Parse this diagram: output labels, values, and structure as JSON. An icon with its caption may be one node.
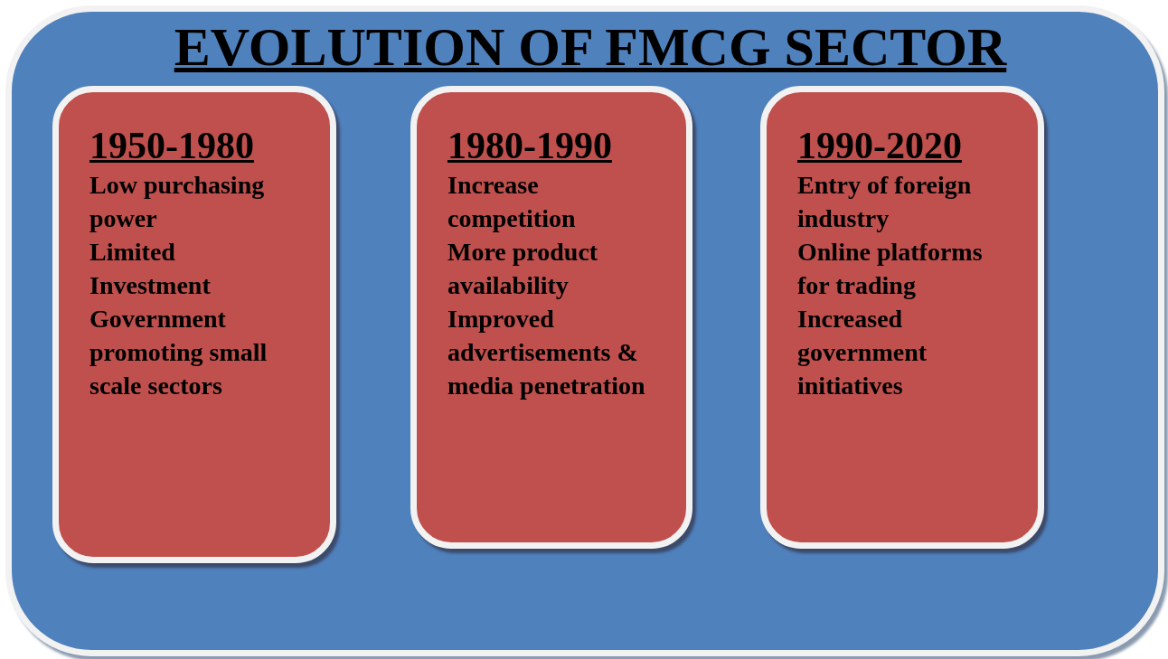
{
  "diagram": {
    "nodes": [
      {
        "text": [
          "EVOLUTION OF FMCG SECTOR"
        ]
      },
      {
        "text": [
          "1950-1980",
          "Low purchasing power",
          "Limited Investment",
          "Government promoting small scale sectors"
        ],
        "in": 0
      },
      {
        "text": [
          "1980-1990",
          "Increase competition",
          "More product availability",
          "Improved advertisements & media penetration"
        ],
        "in": 0
      },
      {
        "text": [
          "1990-2020",
          "Entry of foreign industry",
          "Online platforms for trading",
          "Increased government initiatives"
        ],
        "in": 0
      }
    ],
    "edges": []
  }
}
